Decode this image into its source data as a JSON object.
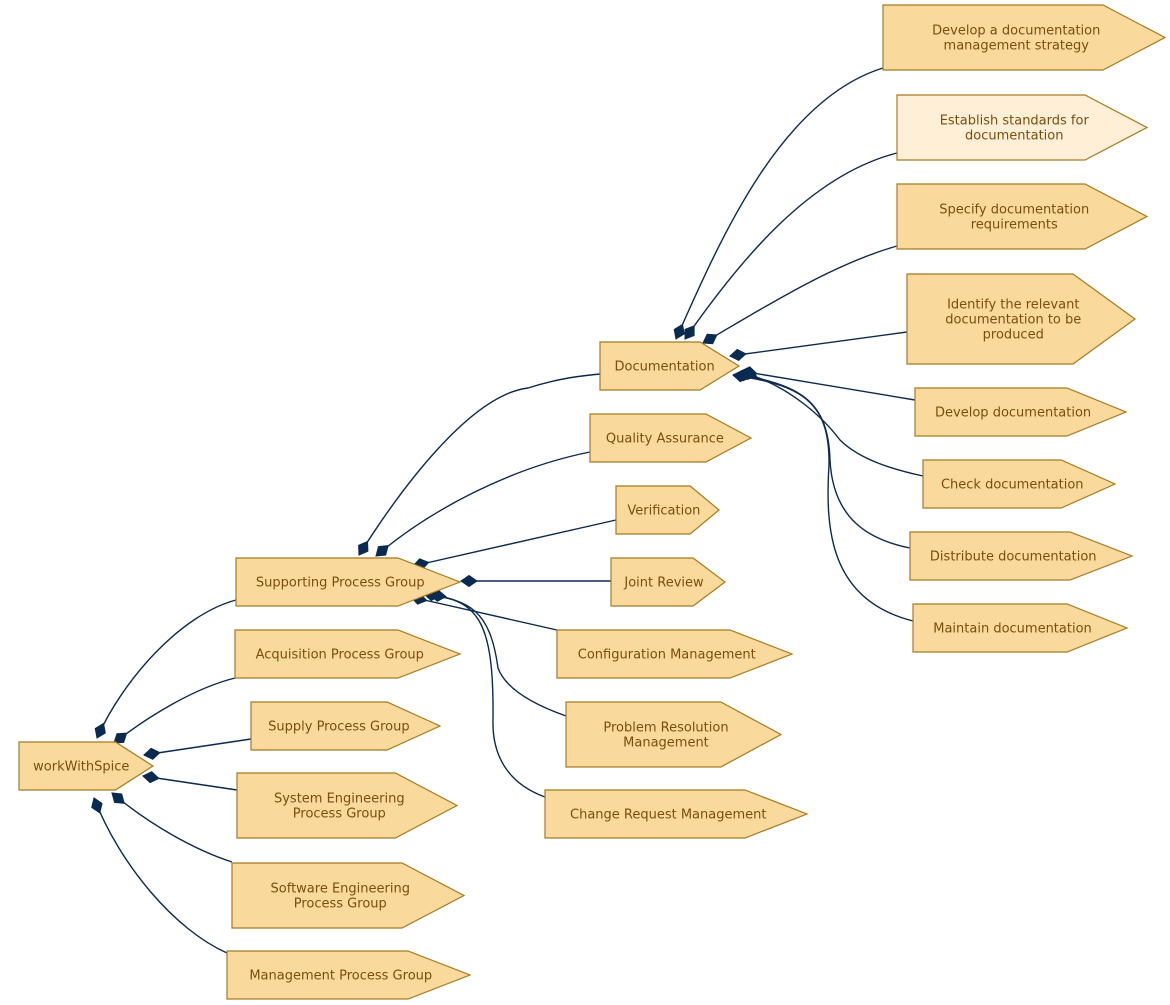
{
  "diagram": {
    "colors": {
      "node_fill": "#fad99c",
      "node_fill_light": "#ffefd6",
      "node_stroke": "#a87a23",
      "label": "#7a4e0d",
      "edge": "#0b2a4f",
      "background": "#ffffff"
    },
    "nodes": [
      {
        "id": "workwithspice",
        "lines": [
          "workWithSpice"
        ]
      },
      {
        "id": "supporting",
        "lines": [
          "Supporting Process Group"
        ]
      },
      {
        "id": "acquisition",
        "lines": [
          "Acquisition Process Group"
        ]
      },
      {
        "id": "supply",
        "lines": [
          "Supply Process Group"
        ]
      },
      {
        "id": "system-eng",
        "lines": [
          "System Engineering",
          "Process Group"
        ]
      },
      {
        "id": "software-eng",
        "lines": [
          "Software Engineering",
          "Process Group"
        ]
      },
      {
        "id": "management",
        "lines": [
          "Management Process Group"
        ]
      },
      {
        "id": "documentation",
        "lines": [
          "Documentation"
        ]
      },
      {
        "id": "quality-assurance",
        "lines": [
          "Quality Assurance"
        ]
      },
      {
        "id": "verification",
        "lines": [
          "Verification"
        ]
      },
      {
        "id": "joint-review",
        "lines": [
          "Joint Review"
        ]
      },
      {
        "id": "configuration-management",
        "lines": [
          "Configuration Management"
        ]
      },
      {
        "id": "problem-resolution",
        "lines": [
          "Problem Resolution",
          "Management"
        ]
      },
      {
        "id": "change-request",
        "lines": [
          "Change Request Management"
        ]
      },
      {
        "id": "doc-strategy",
        "lines": [
          "Develop a documentation",
          "management strategy"
        ]
      },
      {
        "id": "doc-standards",
        "lines": [
          "Establish standards for",
          "documentation"
        ],
        "highlight": true
      },
      {
        "id": "doc-requirements",
        "lines": [
          "Specify documentation",
          "requirements"
        ]
      },
      {
        "id": "doc-identify",
        "lines": [
          "Identify the relevant",
          "documentation to be",
          "produced"
        ]
      },
      {
        "id": "doc-develop",
        "lines": [
          "Develop documentation"
        ]
      },
      {
        "id": "doc-check",
        "lines": [
          "Check documentation"
        ]
      },
      {
        "id": "doc-distribute",
        "lines": [
          "Distribute documentation"
        ]
      },
      {
        "id": "doc-maintain",
        "lines": [
          "Maintain documentation"
        ]
      }
    ],
    "edges": [
      {
        "from": "workwithspice",
        "to": "supporting"
      },
      {
        "from": "workwithspice",
        "to": "acquisition"
      },
      {
        "from": "workwithspice",
        "to": "supply"
      },
      {
        "from": "workwithspice",
        "to": "system-eng"
      },
      {
        "from": "workwithspice",
        "to": "software-eng"
      },
      {
        "from": "workwithspice",
        "to": "management"
      },
      {
        "from": "supporting",
        "to": "documentation"
      },
      {
        "from": "supporting",
        "to": "quality-assurance"
      },
      {
        "from": "supporting",
        "to": "verification"
      },
      {
        "from": "supporting",
        "to": "joint-review"
      },
      {
        "from": "supporting",
        "to": "configuration-management"
      },
      {
        "from": "supporting",
        "to": "problem-resolution"
      },
      {
        "from": "supporting",
        "to": "change-request"
      },
      {
        "from": "documentation",
        "to": "doc-strategy"
      },
      {
        "from": "documentation",
        "to": "doc-standards"
      },
      {
        "from": "documentation",
        "to": "doc-requirements"
      },
      {
        "from": "documentation",
        "to": "doc-identify"
      },
      {
        "from": "documentation",
        "to": "doc-develop"
      },
      {
        "from": "documentation",
        "to": "doc-check"
      },
      {
        "from": "documentation",
        "to": "doc-distribute"
      },
      {
        "from": "documentation",
        "to": "doc-maintain"
      }
    ]
  }
}
